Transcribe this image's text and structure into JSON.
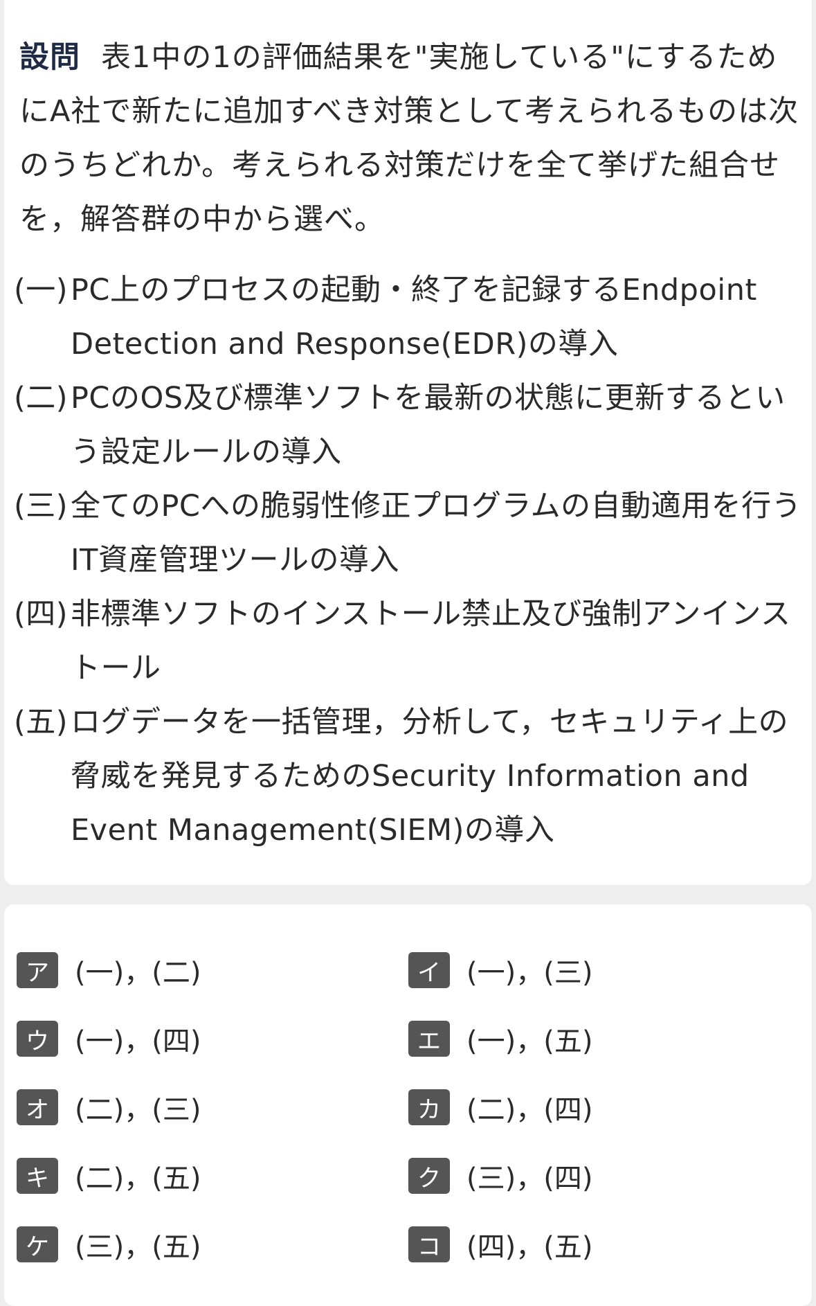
{
  "question": {
    "label": "設問",
    "text": "表1中の1の評価結果を\"実施している\"にするためにA社で新たに追加すべき対策として考えられるものは次のうちどれか。考えられる対策だけを全て挙げた組合せを，解答群の中から選べ。"
  },
  "items": [
    {
      "marker": "(一)",
      "text": "PC上のプロセスの起動・終了を記録するEndpoint Detection and Response(EDR)の導入"
    },
    {
      "marker": "(二)",
      "text": "PCのOS及び標準ソフトを最新の状態に更新するという設定ルールの導入"
    },
    {
      "marker": "(三)",
      "text": "全てのPCへの脆弱性修正プログラムの自動適用を行うIT資産管理ツールの導入"
    },
    {
      "marker": "(四)",
      "text": "非標準ソフトのインストール禁止及び強制アンインストール"
    },
    {
      "marker": "(五)",
      "text": "ログデータを一括管理，分析して，セキュリティ上の脅威を発見するためのSecurity Information and Event Management(SIEM)の導入"
    }
  ],
  "choices": [
    {
      "badge": "ア",
      "text": "(一)，(二)"
    },
    {
      "badge": "イ",
      "text": "(一)，(三)"
    },
    {
      "badge": "ウ",
      "text": "(一)，(四)"
    },
    {
      "badge": "エ",
      "text": "(一)，(五)"
    },
    {
      "badge": "オ",
      "text": "(二)，(三)"
    },
    {
      "badge": "カ",
      "text": "(二)，(四)"
    },
    {
      "badge": "キ",
      "text": "(二)，(五)"
    },
    {
      "badge": "ク",
      "text": "(三)，(四)"
    },
    {
      "badge": "ケ",
      "text": "(三)，(五)"
    },
    {
      "badge": "コ",
      "text": "(四)，(五)"
    }
  ]
}
